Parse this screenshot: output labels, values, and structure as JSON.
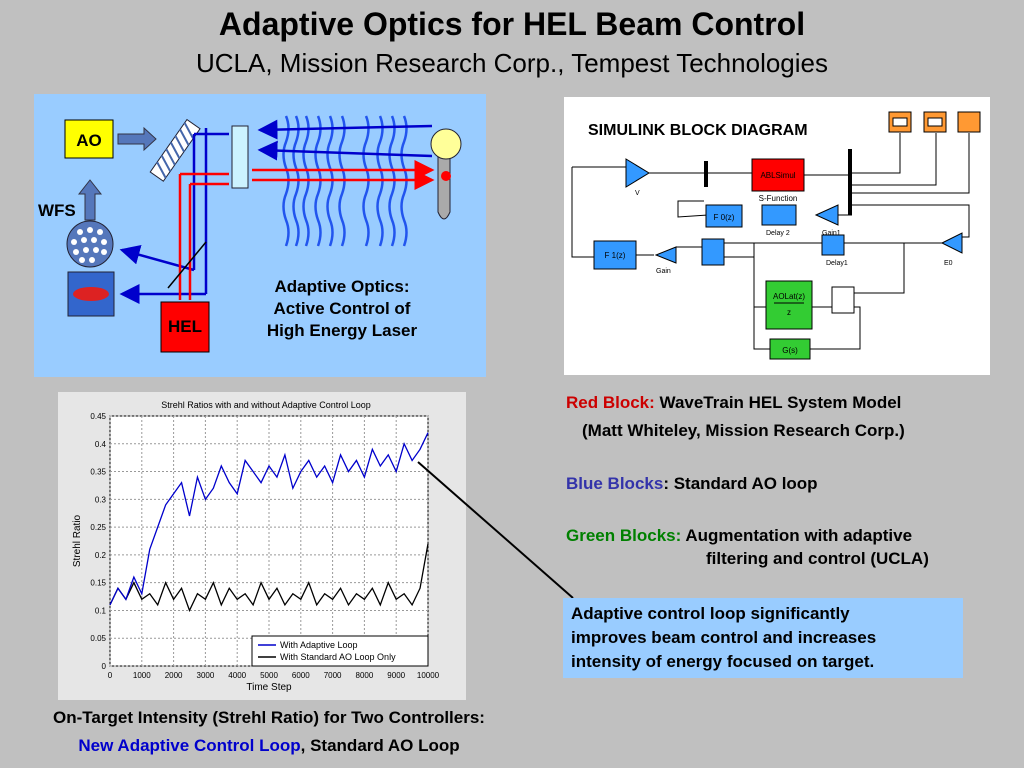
{
  "title": "Adaptive Optics for HEL Beam Control",
  "subtitle": "UCLA, Mission Research Corp., Tempest Technologies",
  "ao_panel": {
    "ao_label": "AO",
    "wfs_label": "WFS",
    "hel_label": "HEL",
    "caption_lines": [
      "Adaptive Optics:",
      "Active Control of",
      "High Energy Laser"
    ]
  },
  "simulink": {
    "title": "SIMULINK BLOCK DIAGRAM",
    "blocks": {
      "ablsimul": "ABLSimul",
      "sfunction": "S-Function",
      "f0": "F 0(z)",
      "f1": "F 1(z)",
      "delay2": "Delay 2",
      "delay1": "Delay1",
      "gain1": "Gain1",
      "gain": "Gain",
      "e0": "E0",
      "v": "V",
      "aolat_num": "AOLat(z)",
      "aolat_den": "z",
      "gs": "G(s)"
    }
  },
  "legend_text": {
    "red_key": "Red Block:",
    "red_value": "WaveTrain HEL System Model",
    "red_sub": "(Matt Whiteley, Mission Research Corp.)",
    "blue_key": "Blue Blocks",
    "blue_value": ": Standard AO loop",
    "green_key": "Green Blocks:",
    "green_value": "Augmentation with adaptive",
    "green_value2": "filtering and control (UCLA)"
  },
  "callout": {
    "lines": [
      "Adaptive control loop significantly",
      "improves beam control and increases",
      "intensity of energy focused on target."
    ]
  },
  "caption": {
    "line1": "On-Target Intensity (Strehl Ratio) for Two Controllers:",
    "line2_blue": "New Adaptive Control Loop",
    "line2_sep": ", ",
    "line2_black": "Standard AO Loop"
  },
  "colors": {
    "adaptive": "#0000cc",
    "standard": "#000000",
    "red_block": "#ff0000",
    "blue_block": "#3399ff",
    "green_block": "#33cc33"
  },
  "chart_data": {
    "type": "line",
    "title": "Strehl Ratios with and without Adaptive Control Loop",
    "xlabel": "Time Step",
    "ylabel": "Strehl Ratio",
    "xlim": [
      0,
      10000
    ],
    "ylim": [
      0,
      0.45
    ],
    "xticks": [
      0,
      1000,
      2000,
      3000,
      4000,
      5000,
      6000,
      7000,
      8000,
      9000,
      10000
    ],
    "yticks": [
      0,
      0.05,
      0.1,
      0.15,
      0.2,
      0.25,
      0.3,
      0.35,
      0.4,
      0.45
    ],
    "grid": true,
    "legend_position": "bottom-right",
    "series": [
      {
        "name": "With Adaptive Loop",
        "color": "#0000cc",
        "x": [
          0,
          250,
          500,
          750,
          1000,
          1250,
          1500,
          1750,
          2000,
          2250,
          2500,
          2750,
          3000,
          3250,
          3500,
          3750,
          4000,
          4250,
          4500,
          4750,
          5000,
          5250,
          5500,
          5750,
          6000,
          6250,
          6500,
          6750,
          7000,
          7250,
          7500,
          7750,
          8000,
          8250,
          8500,
          8750,
          9000,
          9250,
          9500,
          9750,
          10000
        ],
        "y": [
          0.11,
          0.14,
          0.12,
          0.16,
          0.13,
          0.21,
          0.25,
          0.29,
          0.31,
          0.33,
          0.27,
          0.34,
          0.3,
          0.32,
          0.36,
          0.33,
          0.31,
          0.37,
          0.35,
          0.33,
          0.36,
          0.34,
          0.38,
          0.32,
          0.35,
          0.37,
          0.34,
          0.36,
          0.33,
          0.38,
          0.35,
          0.37,
          0.34,
          0.39,
          0.36,
          0.38,
          0.35,
          0.4,
          0.37,
          0.39,
          0.42
        ]
      },
      {
        "name": "With Standard AO Loop Only",
        "color": "#000000",
        "x": [
          0,
          250,
          500,
          750,
          1000,
          1250,
          1500,
          1750,
          2000,
          2250,
          2500,
          2750,
          3000,
          3250,
          3500,
          3750,
          4000,
          4250,
          4500,
          4750,
          5000,
          5250,
          5500,
          5750,
          6000,
          6250,
          6500,
          6750,
          7000,
          7250,
          7500,
          7750,
          8000,
          8250,
          8500,
          8750,
          9000,
          9250,
          9500,
          9750,
          10000
        ],
        "y": [
          0.11,
          0.14,
          0.12,
          0.15,
          0.12,
          0.13,
          0.11,
          0.15,
          0.12,
          0.14,
          0.1,
          0.13,
          0.12,
          0.15,
          0.11,
          0.14,
          0.12,
          0.13,
          0.11,
          0.15,
          0.12,
          0.14,
          0.11,
          0.13,
          0.12,
          0.15,
          0.11,
          0.13,
          0.12,
          0.14,
          0.11,
          0.13,
          0.12,
          0.14,
          0.11,
          0.15,
          0.12,
          0.13,
          0.11,
          0.14,
          0.22
        ]
      }
    ]
  }
}
